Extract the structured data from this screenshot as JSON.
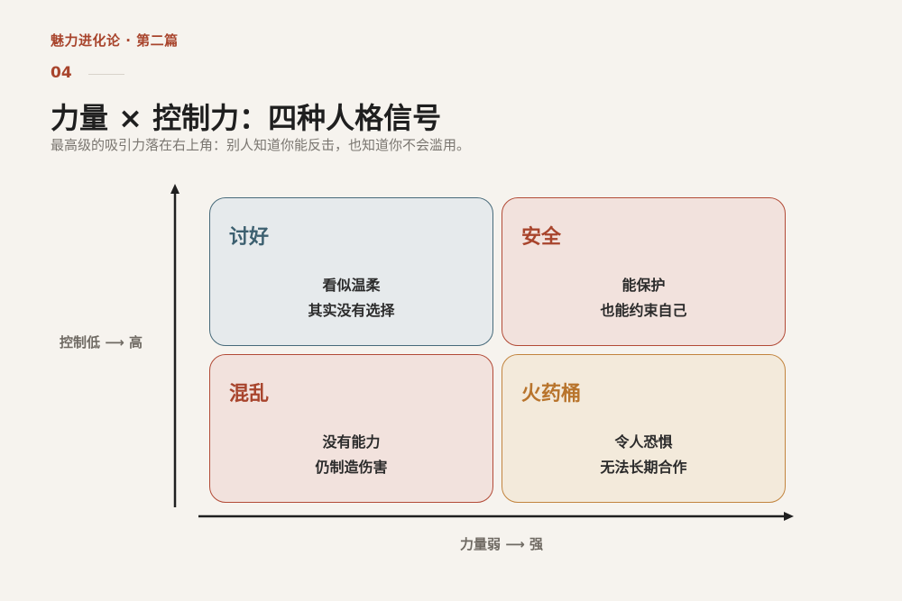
{
  "header": {
    "series": "魅力进化论 · 第二篇",
    "number": "04",
    "title": "力量 × 控制力：四种人格信号",
    "subtitle": "最高级的吸引力落在右上角：别人知道你能反击，也知道你不会滥用。"
  },
  "axes": {
    "y_label": "控制低 ⟶ 高",
    "x_label": "力量弱 ⟶ 强"
  },
  "quadrants": {
    "top_left": {
      "title": "讨好",
      "line1": "看似温柔",
      "line2": "其实没有选择"
    },
    "top_right": {
      "title": "安全",
      "line1": "能保护",
      "line2": "也能约束自己"
    },
    "bottom_left": {
      "title": "混乱",
      "line1": "没有能力",
      "line2": "仍制造伤害"
    },
    "bottom_right": {
      "title": "火药桶",
      "line1": "令人恐惧",
      "line2": "无法长期合作"
    }
  },
  "colors": {
    "accent": "#a8442c",
    "blue": "#476a7a",
    "orange": "#c2843e",
    "background": "#f6f3ee"
  }
}
